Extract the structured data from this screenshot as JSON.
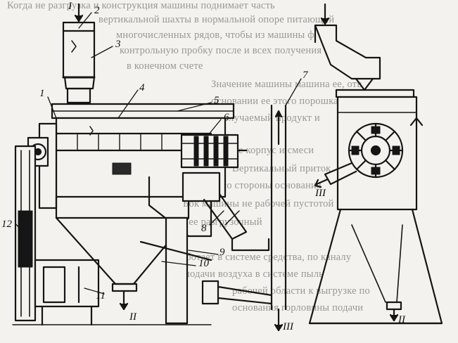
{
  "background_text": [
    "Когда не разгрузка и конструкция машины поднимает часть",
    "вертикальной шахты в нормальной опоре питающий",
    "многочисленных рядов, чтобы из машины ф",
    "контрольную пробку после и всех получения",
    "в конечном счете",
    "Значение машины машина ее, отв",
    "основании ее этого порошка",
    "получаемый продукт и",
    "Ее корпус и смеси",
    "Вертикальный приток",
    "питание со стороны основания",
    "Бок машины не рабочей пустотой",
    "на ее разгрузочный",
    "работает в системе средства, по каналу",
    "подачи воздуха в системе пыль",
    "рабочей области к выгрузке по",
    "основания горловины подачи"
  ],
  "labels": {
    "input_arrow_I": "I",
    "n1": "1",
    "n2": "2",
    "n3": "3",
    "n4": "4",
    "n5": "5",
    "n6": "6",
    "n7": "7",
    "n8": "8",
    "n9": "9",
    "n10": "10",
    "n11": "11",
    "n12": "12",
    "out_II_left": "II",
    "out_III_center": "III",
    "out_III_right": "III",
    "out_II_right": "II"
  }
}
